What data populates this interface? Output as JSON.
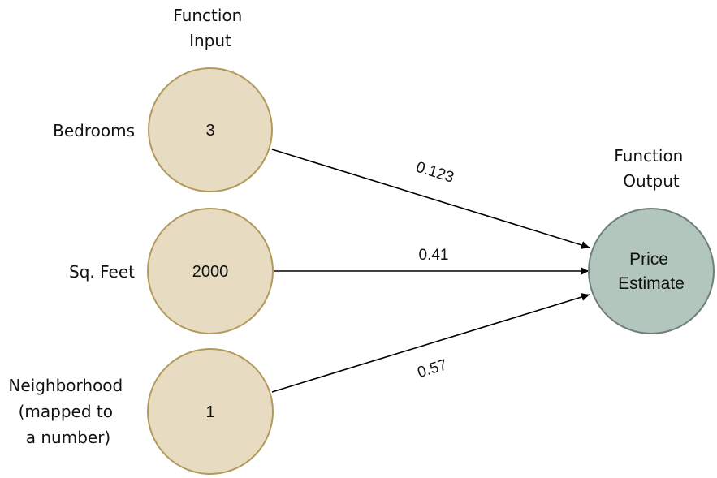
{
  "input_heading": [
    "Function",
    "Input"
  ],
  "output_heading": [
    "Function",
    "Output"
  ],
  "inputs": [
    {
      "label_lines": [
        "Bedrooms"
      ],
      "value": "3"
    },
    {
      "label_lines": [
        "Sq. Feet"
      ],
      "value": "2000"
    },
    {
      "label_lines": [
        "Neighborhood",
        "(mapped to",
        "a number)"
      ],
      "value": "1"
    }
  ],
  "weights": [
    "0.123",
    "0.41",
    "0.57"
  ],
  "output": {
    "lines": [
      "Price",
      "Estimate"
    ]
  },
  "colors": {
    "input_fill": "#e7dcc1",
    "input_stroke": "#b29a5c",
    "output_fill": "#b2c6bd",
    "output_stroke": "#6e7f77",
    "arrow": "#000000"
  }
}
